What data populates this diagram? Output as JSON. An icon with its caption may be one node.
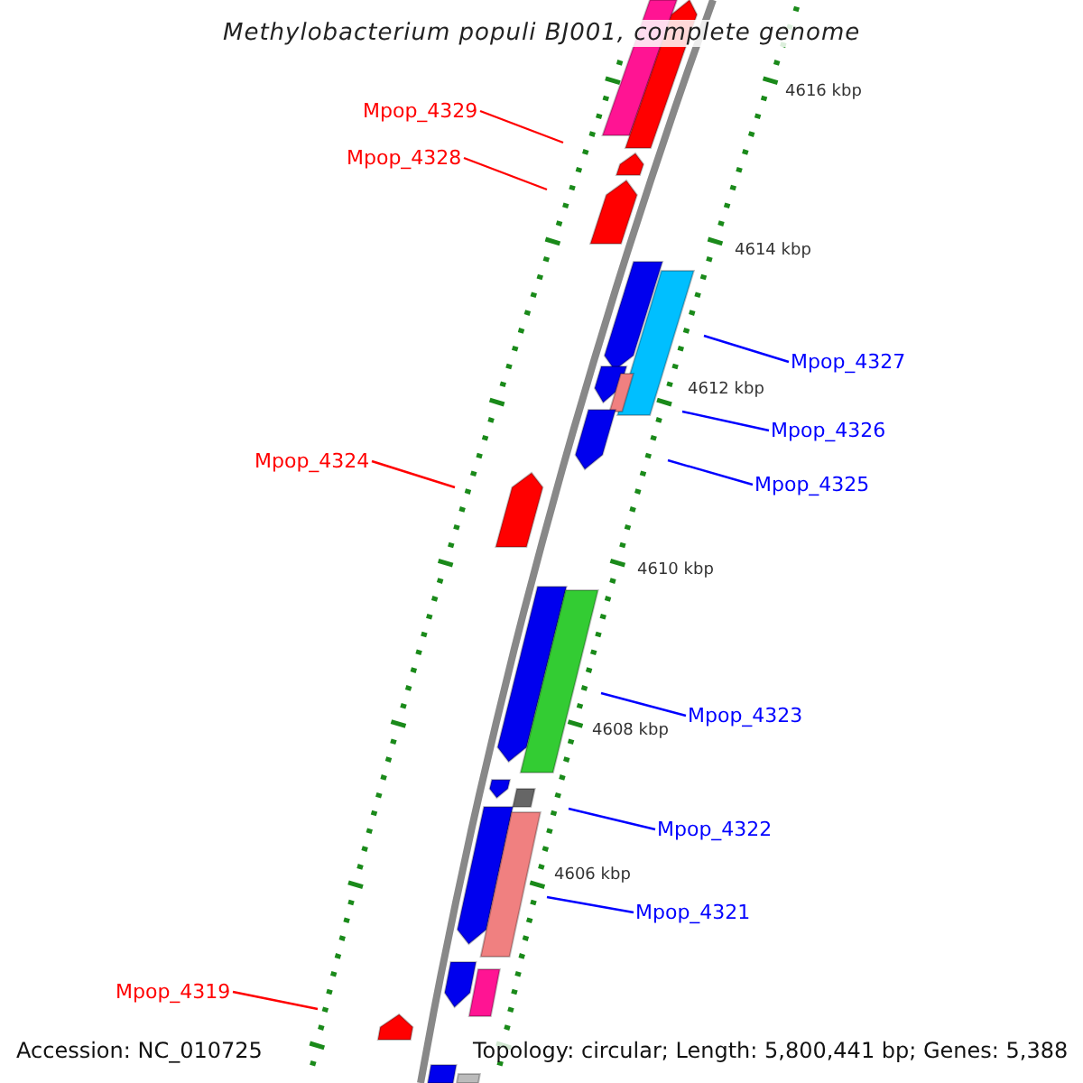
{
  "diagram": {
    "title": "Methylobacterium populi BJ001, complete genome",
    "nodes": [
      {
        "text": [
          "Mpop_4329"
        ]
      },
      {
        "text": [
          "Mpop_4328"
        ]
      },
      {
        "text": [
          "Mpop_4327"
        ]
      },
      {
        "text": [
          "Mpop_4326"
        ]
      },
      {
        "text": [
          "Mpop_4325"
        ]
      },
      {
        "text": [
          "Mpop_4324"
        ]
      },
      {
        "text": [
          "Mpop_4323"
        ]
      },
      {
        "text": [
          "Mpop_4322"
        ]
      },
      {
        "text": [
          "Mpop_4321"
        ]
      },
      {
        "text": [
          "Mpop_4319"
        ]
      }
    ],
    "edges": [
      {
        "from": 0,
        "to": null,
        "arrow": "none",
        "color": "#ff0000"
      },
      {
        "from": 1,
        "to": null,
        "arrow": "none",
        "color": "#ff0000"
      },
      {
        "from": 2,
        "to": null,
        "arrow": "none"
      },
      {
        "from": 3,
        "to": null,
        "arrow": "none"
      },
      {
        "from": 4,
        "to": null,
        "arrow": "none"
      },
      {
        "from": 5,
        "to": null,
        "arrow": "none",
        "color": "#ff0000"
      },
      {
        "from": 6,
        "to": null,
        "arrow": "none"
      },
      {
        "from": 7,
        "to": null,
        "arrow": "none"
      },
      {
        "from": 8,
        "to": null,
        "arrow": "none"
      },
      {
        "from": 9,
        "to": null,
        "arrow": "none",
        "color": "#ff0000"
      }
    ],
    "labels": [
      "4616 kbp",
      "4614 kbp",
      "4612 kbp",
      "4610 kbp",
      "4608 kbp",
      "4606 kbp",
      "Accession: NC_010725",
      "Topology: circular; Length: 5,800,441 bp; Genes: 5,388"
    ]
  }
}
